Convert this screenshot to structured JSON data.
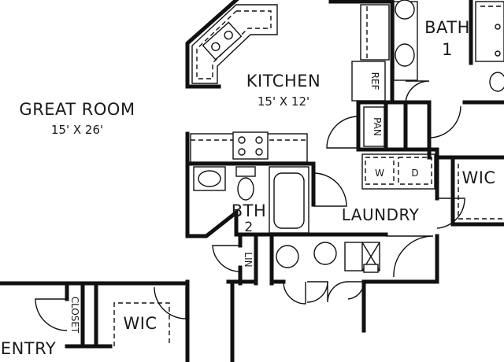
{
  "rooms": {
    "great_room": {
      "name": "GREAT ROOM",
      "dim": "15' X 26'"
    },
    "kitchen": {
      "name": "KITCHEN",
      "dim": "15' X 12'"
    },
    "bath1": {
      "name": "BATH",
      "num": "1"
    },
    "bath2": {
      "name": "BTH",
      "num": "2"
    },
    "laundry": {
      "name": "LAUNDRY"
    },
    "wic_right": {
      "name": "WIC"
    },
    "wic_bottom": {
      "name": "WIC"
    },
    "entry": {
      "name": "ENTRY"
    }
  },
  "fixtures": {
    "ref": "REF",
    "pan": "PAN",
    "lin": "LIN",
    "closet": "CLOSET",
    "washer": "W",
    "dryer": "D"
  }
}
